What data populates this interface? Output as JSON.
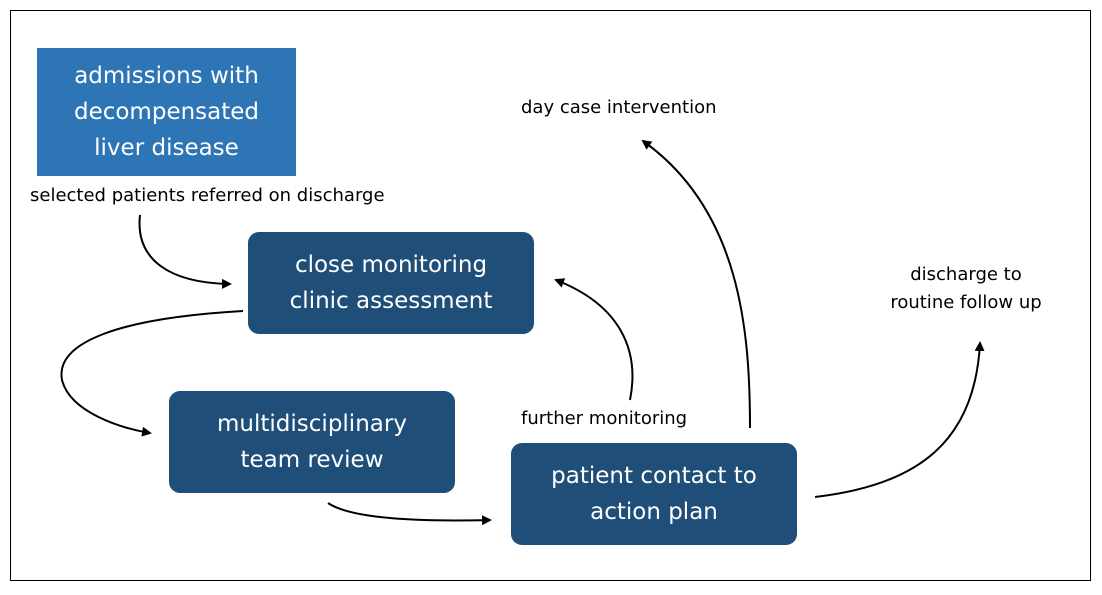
{
  "colors": {
    "source_box": "#2E75B6",
    "step_box": "#1F4E79",
    "arrow": "#000000"
  },
  "nodes": {
    "admissions": "admissions with\ndecompensated\nliver disease",
    "close_monitoring": "close monitoring\nclinic assessment",
    "mdt_review": "multidisciplinary\nteam review",
    "patient_contact": "patient contact to\naction plan"
  },
  "labels": {
    "referral": "selected patients referred on discharge",
    "day_case": "day case intervention",
    "discharge": "discharge to\nroutine follow up",
    "further_monitoring": "further monitoring"
  }
}
